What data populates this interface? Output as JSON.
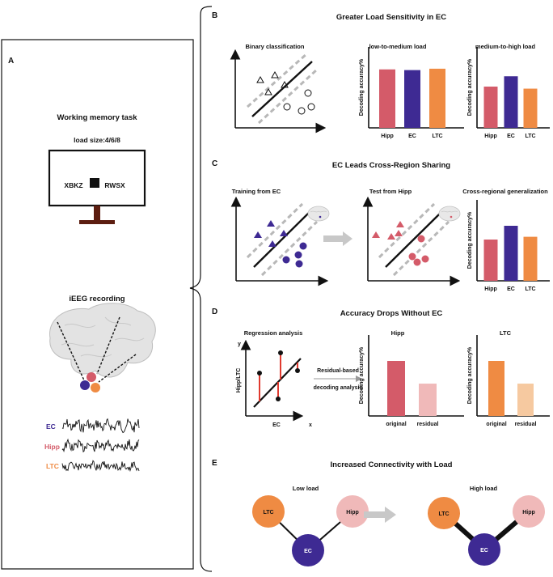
{
  "colors": {
    "hipp": "#d45b69",
    "ec": "#3e2a93",
    "ltc": "#ef8b43",
    "hipp_light": "#f0b9b9",
    "ltc_light": "#f6c9a0",
    "arrow": "#c8c8c8",
    "dash": "#b8b8b8"
  },
  "panelA": {
    "label": "A",
    "task_title": "Working memory task",
    "load_size": "load size:4/6/8",
    "stim_left": "XBKZ",
    "stim_right": "RWSX",
    "ieeg_title": "iEEG recording",
    "traces": [
      {
        "name": "EC"
      },
      {
        "name": "Hipp"
      },
      {
        "name": "LTC"
      }
    ]
  },
  "panelB": {
    "label": "B",
    "title": "Greater Load Sensitivity in EC",
    "scatter_title": "Binary classification"
  },
  "panelC": {
    "label": "C",
    "title": "EC Leads Cross-Region Sharing",
    "train_title": "Training from EC",
    "test_title": "Test from Hipp"
  },
  "panelD": {
    "label": "D",
    "title": "Accuracy Drops Without EC",
    "regression_title": "Regression analysis",
    "reg_y_axis_label": "Hipp/LTC",
    "reg_x_axis_label": "EC",
    "reg_y_letter": "y",
    "reg_x_letter": "x",
    "arrow_text_line1": "Residual-based",
    "arrow_text_line2": "decoding analysis"
  },
  "panelE": {
    "label": "E",
    "title": "Increased Connectivity with Load",
    "low_label": "Low load",
    "high_label": "High load",
    "nodes": {
      "ltc": "LTC",
      "ec": "EC",
      "hipp": "Hipp"
    }
  },
  "chart_data": [
    {
      "id": "b1",
      "type": "bar",
      "title": "low-to-medium load",
      "ylabel": "Decoding accuracy%",
      "categories": [
        "Hipp",
        "EC",
        "LTC"
      ],
      "values": [
        0.85,
        0.84,
        0.86
      ],
      "ylim": [
        0,
        1
      ]
    },
    {
      "id": "b2",
      "type": "bar",
      "title": "medium-to-high load",
      "ylabel": "Decoding accuracy%",
      "categories": [
        "Hipp",
        "EC",
        "LTC"
      ],
      "values": [
        0.6,
        0.75,
        0.57
      ],
      "ylim": [
        0,
        1
      ]
    },
    {
      "id": "c3",
      "type": "bar",
      "title": "Cross-regional generalization",
      "ylabel": "Decoding accuracy%",
      "categories": [
        "Hipp",
        "EC",
        "LTC"
      ],
      "values": [
        0.6,
        0.8,
        0.64
      ],
      "ylim": [
        0,
        1
      ]
    },
    {
      "id": "d2",
      "type": "bar",
      "title": "Hipp",
      "ylabel": "Decoding accuracy%",
      "categories": [
        "original",
        "residual"
      ],
      "values": [
        0.8,
        0.47
      ],
      "ylim": [
        0,
        1
      ]
    },
    {
      "id": "d3",
      "type": "bar",
      "title": "LTC",
      "ylabel": "Decoding accuracy%",
      "categories": [
        "original",
        "residual"
      ],
      "values": [
        0.8,
        0.47
      ],
      "ylim": [
        0,
        1
      ]
    }
  ]
}
